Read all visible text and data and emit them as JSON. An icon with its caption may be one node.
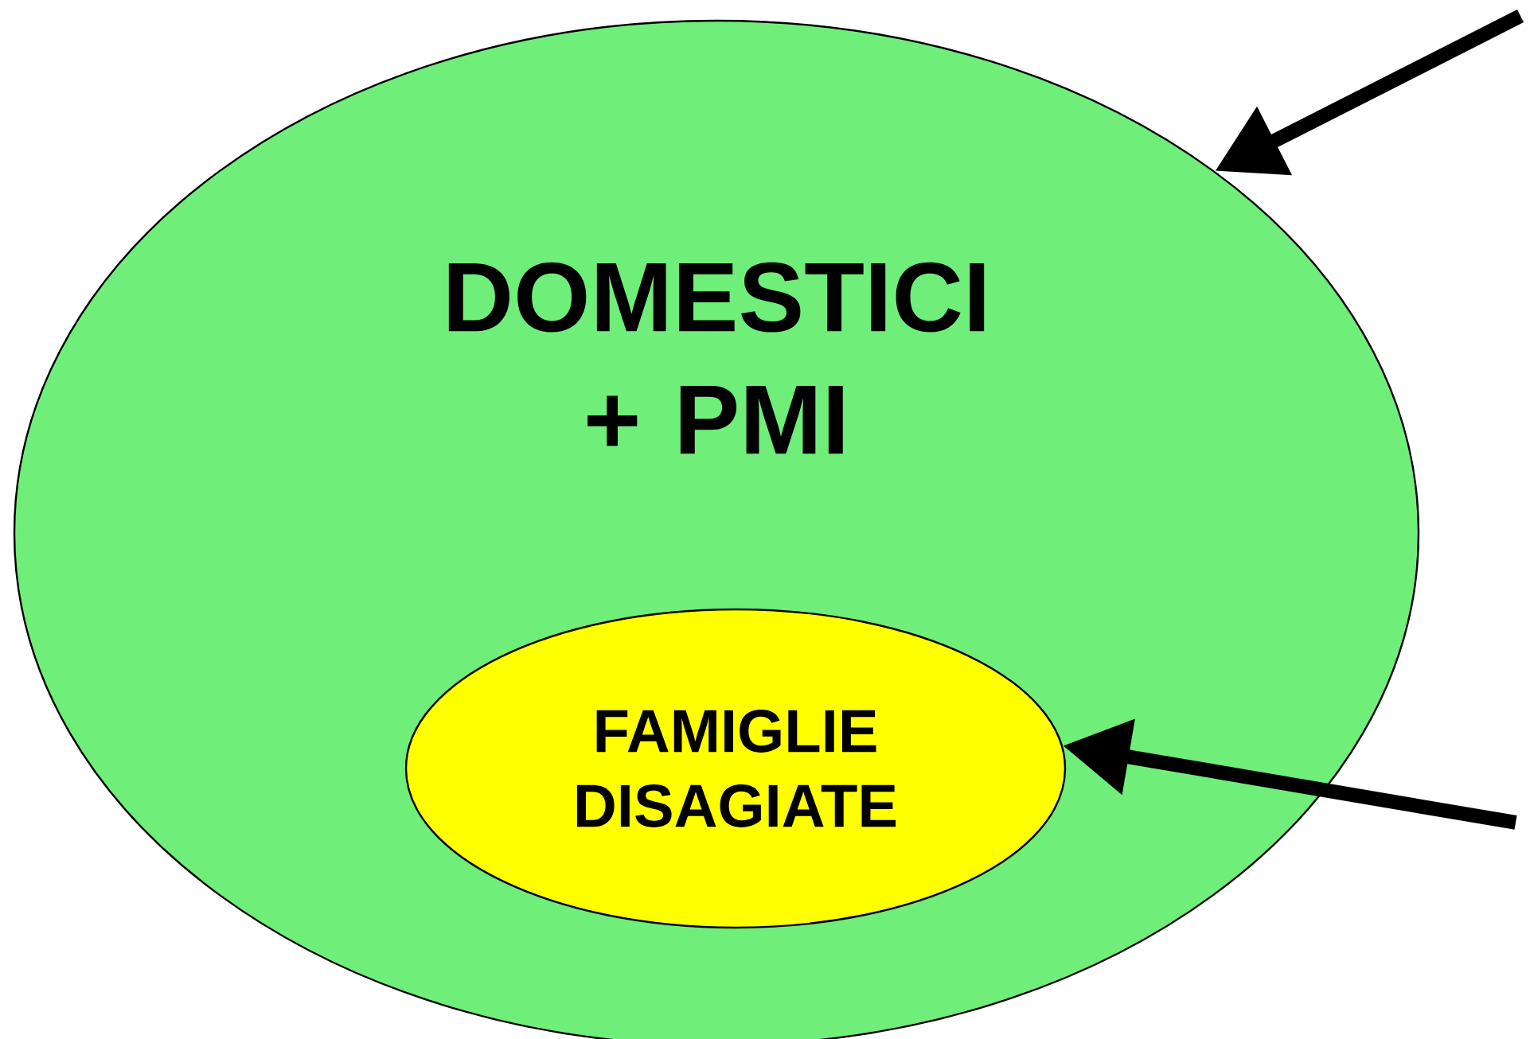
{
  "diagram": {
    "nodes": [
      {
        "text": [
          "DOMESTICI + PMI"
        ]
      },
      {
        "text": [
          "FAMIGLIE DISAGIATE"
        ],
        "in": 0
      }
    ],
    "edges": [
      {
        "from": null,
        "to": 0,
        "arrow": "to"
      },
      {
        "from": null,
        "to": 1,
        "arrow": "to"
      }
    ]
  }
}
